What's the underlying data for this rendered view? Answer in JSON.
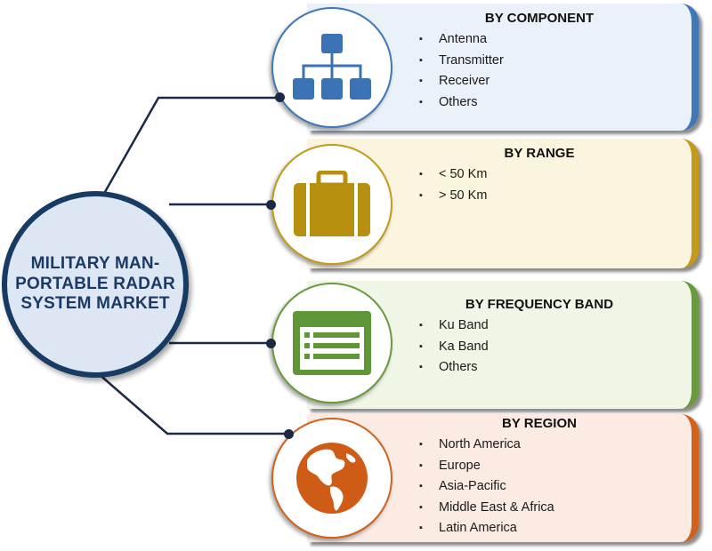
{
  "center": {
    "title": "MILITARY MAN-PORTABLE RADAR SYSTEM MARKET"
  },
  "colors": {
    "navy": "#173b63",
    "component": "#3f78b7",
    "range": "#c39a1a",
    "frequency": "#6a9a3e",
    "region": "#d0621e"
  },
  "segments": [
    {
      "title": "BY COMPONENT",
      "icon": "hierarchy-icon",
      "items": [
        "Antenna",
        "Transmitter",
        "Receiver",
        "Others"
      ]
    },
    {
      "title": "BY RANGE",
      "icon": "briefcase-icon",
      "items": [
        "< 50 Km",
        "> 50 Km"
      ]
    },
    {
      "title": "BY FREQUENCY BAND",
      "icon": "list-window-icon",
      "items": [
        "Ku Band",
        "Ka Band",
        "Others"
      ]
    },
    {
      "title": "BY REGION",
      "icon": "globe-icon",
      "items": [
        "North America",
        "Europe",
        "Asia-Pacific",
        "Middle East & Africa",
        "Latin America"
      ]
    }
  ]
}
